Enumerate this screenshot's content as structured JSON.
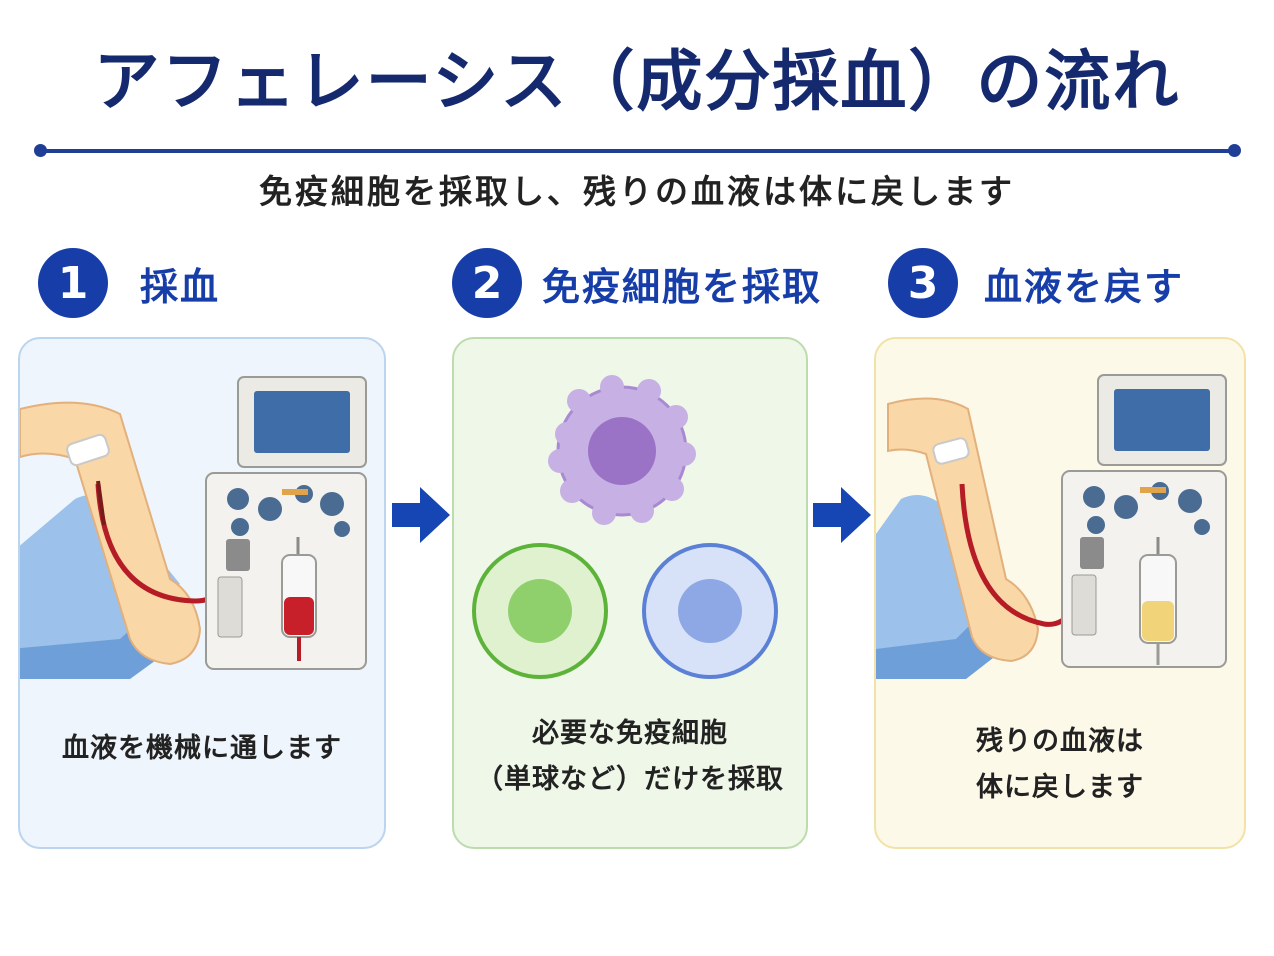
{
  "title": "アフェレーシス（成分採血）の流れ",
  "subtitle": "免疫細胞を採取し、残りの血液は体に戻します",
  "steps": [
    {
      "number": "1",
      "label": "採血",
      "caption_lines": [
        "血液を機械に通します"
      ]
    },
    {
      "number": "2",
      "label": "免疫細胞を採取",
      "caption_lines": [
        "必要な免疫細胞",
        "（単球など）だけを採取"
      ]
    },
    {
      "number": "3",
      "label": "血液を戻す",
      "caption_lines": [
        "残りの血液は",
        "体に戻します"
      ]
    }
  ],
  "colors": {
    "title": "#15296e",
    "accent_blue": "#173ea8",
    "panel1_bg": "#eef5fc",
    "panel1_border": "#bcd4ee",
    "panel2_bg": "#eef7e8",
    "panel2_border": "#bddcae",
    "panel3_bg": "#fdf9e9",
    "panel3_border": "#f1e3a8",
    "blood": "#c8202a",
    "plasma": "#f1d37a",
    "cell_purple": "#a98ad2",
    "cell_green": "#8fd06d",
    "cell_blue": "#8ea8e6"
  },
  "icons": [
    "arm-icon",
    "apheresis-machine-icon",
    "blood-bag-icon",
    "purple-cell-icon",
    "green-cell-icon",
    "blue-cell-icon",
    "right-arrow-icon"
  ]
}
